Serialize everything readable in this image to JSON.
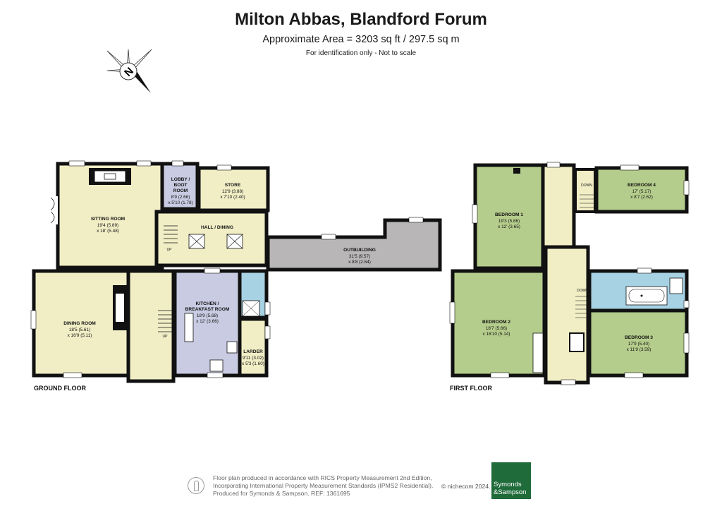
{
  "header": {
    "title": "Milton Abbas, Blandford Forum",
    "subtitle": "Approximate Area = 3203 sq ft / 297.5 sq m",
    "note": "For identification only - Not to scale"
  },
  "compass": {
    "direction": "N",
    "icon": "compass-icon"
  },
  "floors": [
    {
      "label": "GROUND FLOOR"
    },
    {
      "label": "FIRST FLOOR"
    }
  ],
  "rooms": {
    "sitting": {
      "name": "SITTING ROOM",
      "dims": [
        "19'4 (5.89)",
        "x 18' (5.48)"
      ]
    },
    "lobby": {
      "name": [
        "LOBBY /",
        "BOOT",
        "ROOM"
      ],
      "dims": [
        "8'9 (2.66)",
        "x 5'10 (1.78)"
      ]
    },
    "store": {
      "name": "STORE",
      "dims": [
        "12'9 (3.88)",
        "x 7'10 (2.40)"
      ]
    },
    "hall": {
      "name": "HALL / DINING"
    },
    "outbuilding": {
      "name": "OUTBUILDING",
      "dims": [
        "31'5 (9.57)",
        "x 8'8 (2.64)"
      ]
    },
    "dining": {
      "name": "DINING ROOM",
      "dims": [
        "18'5 (5.61)",
        "x 16'9 (5.11)"
      ]
    },
    "kitchen": {
      "name": [
        "KITCHEN /",
        "BREAKFAST ROOM"
      ],
      "dims": [
        "18'9 (5.68)",
        "x 12' (3.66)"
      ]
    },
    "larder": {
      "name": "LARDER",
      "dims": [
        "9'11 (3.02)",
        "x 5'3 (1.60)"
      ]
    },
    "bed1": {
      "name": "BEDROOM 1",
      "dims": [
        "19'3 (5.86)",
        "x 12' (3.65)"
      ]
    },
    "bed4": {
      "name": "BEDROOM 4",
      "dims": [
        "17' (5.17)",
        "x 8'7 (2.62)"
      ]
    },
    "bed2": {
      "name": "BEDROOM 2",
      "dims": [
        "18'7 (5.66)",
        "x 16'10 (5.14)"
      ]
    },
    "bed3": {
      "name": "BEDROOM 3",
      "dims": [
        "17'9 (5.40)",
        "x 11'9 (3.59)"
      ]
    }
  },
  "stair_labels": {
    "up": "UP",
    "down": "DOWN"
  },
  "footer": {
    "lines": [
      "Floor plan produced in accordance with RICS Property Measurement 2nd Edition,",
      "Incorporating International Property Measurement Standards (IPMS2 Residential).",
      "Produced for Symonds & Sampson.   REF:  1361695"
    ],
    "copyright": "© nichecom 2024.",
    "brand": [
      "Symonds",
      "&Sampson"
    ]
  },
  "colors": {
    "ground": "#f1eec6",
    "first": "#b5cd8c",
    "lobby": "#c9cbe2",
    "kitchen": "#c9cbe2",
    "bathroom": "#a7d2e3",
    "outbuilding": "#b8b6b6",
    "wall": "#111111",
    "brand": "#1f6b3a"
  }
}
